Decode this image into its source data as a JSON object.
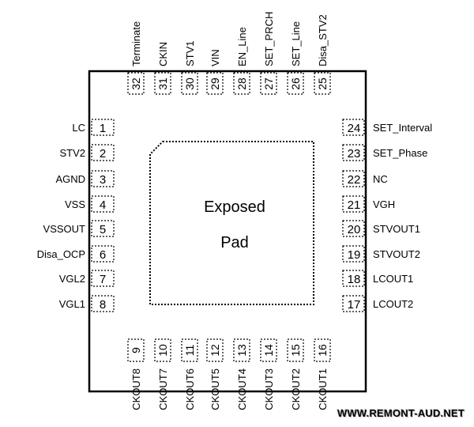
{
  "package": {
    "exposed_pad_line1": "Exposed",
    "exposed_pad_line2": "Pad"
  },
  "pins": {
    "left": [
      {
        "num": "1",
        "name": "LC"
      },
      {
        "num": "2",
        "name": "STV2"
      },
      {
        "num": "3",
        "name": "AGND"
      },
      {
        "num": "4",
        "name": "VSS"
      },
      {
        "num": "5",
        "name": "VSSOUT"
      },
      {
        "num": "6",
        "name": "Disa_OCP"
      },
      {
        "num": "7",
        "name": "VGL2"
      },
      {
        "num": "8",
        "name": "VGL1"
      }
    ],
    "bottom": [
      {
        "num": "9",
        "name": "CKOUT8"
      },
      {
        "num": "10",
        "name": "CKOUT7"
      },
      {
        "num": "11",
        "name": "CKOUT6"
      },
      {
        "num": "12",
        "name": "CKOUT5"
      },
      {
        "num": "13",
        "name": "CKOUT4"
      },
      {
        "num": "14",
        "name": "CKOUT3"
      },
      {
        "num": "15",
        "name": "CKOUT2"
      },
      {
        "num": "16",
        "name": "CKOUT1"
      }
    ],
    "right": [
      {
        "num": "24",
        "name": "SET_Interval"
      },
      {
        "num": "23",
        "name": "SET_Phase"
      },
      {
        "num": "22",
        "name": "NC"
      },
      {
        "num": "21",
        "name": "VGH"
      },
      {
        "num": "20",
        "name": "STVOUT1"
      },
      {
        "num": "19",
        "name": "STVOUT2"
      },
      {
        "num": "18",
        "name": "LCOUT1"
      },
      {
        "num": "17",
        "name": "LCOUT2"
      }
    ],
    "top": [
      {
        "num": "32",
        "name": "Terminate"
      },
      {
        "num": "31",
        "name": "CKIN"
      },
      {
        "num": "30",
        "name": "STV1"
      },
      {
        "num": "29",
        "name": "VIN"
      },
      {
        "num": "28",
        "name": "EN_Line"
      },
      {
        "num": "27",
        "name": "SET_PRCH"
      },
      {
        "num": "26",
        "name": "SET_Line"
      },
      {
        "num": "25",
        "name": "Disa_STV2"
      }
    ]
  },
  "watermark": "WWW.REMONT-AUD.NET"
}
